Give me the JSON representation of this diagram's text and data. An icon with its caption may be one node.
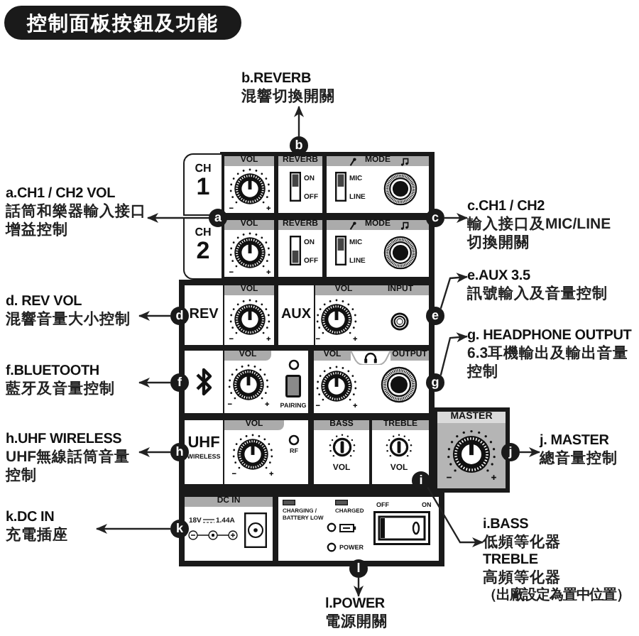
{
  "diagram": {
    "title": "控制面板按鈕及功能",
    "nodes": [
      {
        "text": [
          "b.REVERB",
          "混響切換開關"
        ]
      },
      {
        "text": [
          "b"
        ]
      },
      {
        "text": [
          "a.CH1 / CH2 VOL",
          "話筒和樂器輸入接口增益控制"
        ]
      },
      {
        "text": [
          "a"
        ]
      },
      {
        "text": [
          "c"
        ]
      },
      {
        "text": [
          "c.CH1 / CH2",
          "輸入接口及MIC/LINE切換開關"
        ]
      },
      {
        "text": [
          "d. REV VOL",
          "混響音量大小控制"
        ]
      },
      {
        "text": [
          "d"
        ]
      },
      {
        "text": [
          "e"
        ]
      },
      {
        "text": [
          "e.AUX 3.5",
          "訊號輸入及音量控制"
        ]
      },
      {
        "text": [
          "g. HEADPHONE OUTPUT",
          "6.3耳機輸出及輸出音量控制"
        ]
      },
      {
        "text": [
          "f.BLUETOOTH",
          "藍牙及音量控制"
        ]
      },
      {
        "text": [
          "f"
        ]
      },
      {
        "text": [
          "g"
        ]
      },
      {
        "text": [
          "h.UHF WIRELESS",
          "UHF無線話筒音量控制"
        ]
      },
      {
        "text": [
          "h"
        ]
      },
      {
        "text": [
          "j"
        ]
      },
      {
        "text": [
          "j. MASTER",
          "總音量控制"
        ]
      },
      {
        "text": [
          "i"
        ]
      },
      {
        "text": [
          "k.DC IN",
          "充電插座"
        ]
      },
      {
        "text": [
          "k"
        ]
      },
      {
        "text": [
          "i.BASS",
          "低頻等化器",
          "TREBLE",
          "高頻等化器",
          "（出廠設定為置中位置）"
        ]
      },
      {
        "text": [
          "l"
        ]
      },
      {
        "text": [
          "l.POWER",
          "電源開關"
        ]
      }
    ],
    "edges": [
      {
        "from": 1,
        "to": 0,
        "arrow": "to"
      },
      {
        "from": 3,
        "to": 2,
        "arrow": "to"
      },
      {
        "from": 4,
        "to": 5,
        "arrow": "to"
      },
      {
        "from": 7,
        "to": 6,
        "arrow": "to"
      },
      {
        "from": 8,
        "to": 9,
        "arrow": "to"
      },
      {
        "from": 13,
        "to": 10,
        "arrow": "to"
      },
      {
        "from": 12,
        "to": 11,
        "arrow": "to"
      },
      {
        "from": 15,
        "to": 14,
        "arrow": "to"
      },
      {
        "from": 16,
        "to": 17,
        "arrow": "to"
      },
      {
        "from": 18,
        "to": 21,
        "arrow": "to"
      },
      {
        "from": 20,
        "to": 19,
        "arrow": "to"
      },
      {
        "from": 22,
        "to": 23,
        "arrow": "to"
      }
    ],
    "labels": [
      "CH",
      "1",
      "VOL",
      "REVERB",
      "MODE",
      "ON",
      "OFF",
      "MIC",
      "LINE",
      "CH",
      "2",
      "VOL",
      "REVERB",
      "MODE",
      "ON",
      "OFF",
      "MIC",
      "LINE",
      "REV",
      "VOL",
      "AUX",
      "VOL",
      "INPUT",
      "VOL",
      "PAIRING",
      "VOL",
      "OUTPUT",
      "UHF",
      "WIRELESS",
      "VOL",
      "RF",
      "BASS",
      "VOL",
      "TREBLE",
      "VOL",
      "MASTER",
      "DC IN",
      "18V",
      "1.44A",
      "CHARGING / BATTERY LOW",
      "CHARGED",
      "OFF",
      "ON",
      "POWER"
    ]
  }
}
